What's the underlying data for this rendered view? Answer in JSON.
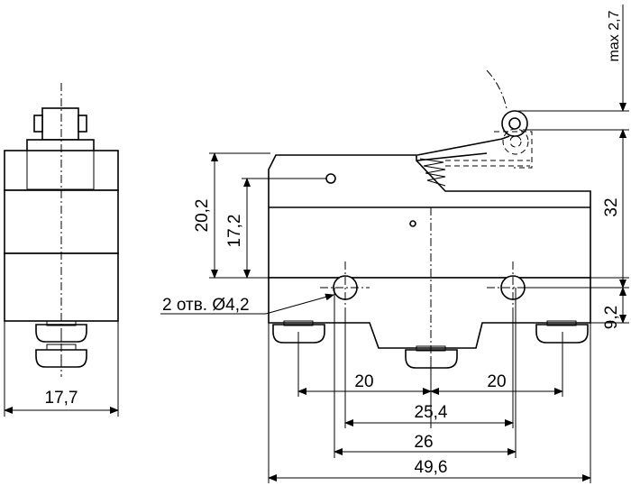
{
  "dimensions": {
    "side_width": "17,7",
    "height_total": "20,2",
    "height_hole": "17,2",
    "holes_label": "2 отв. Ø4,2",
    "pin_left": "20",
    "pin_right": "20",
    "pin_span": "25,4",
    "hole_span": "26",
    "body_length": "49,6",
    "max_travel": "max 2,7",
    "lever_height": "32",
    "hole_height": "9,2"
  }
}
